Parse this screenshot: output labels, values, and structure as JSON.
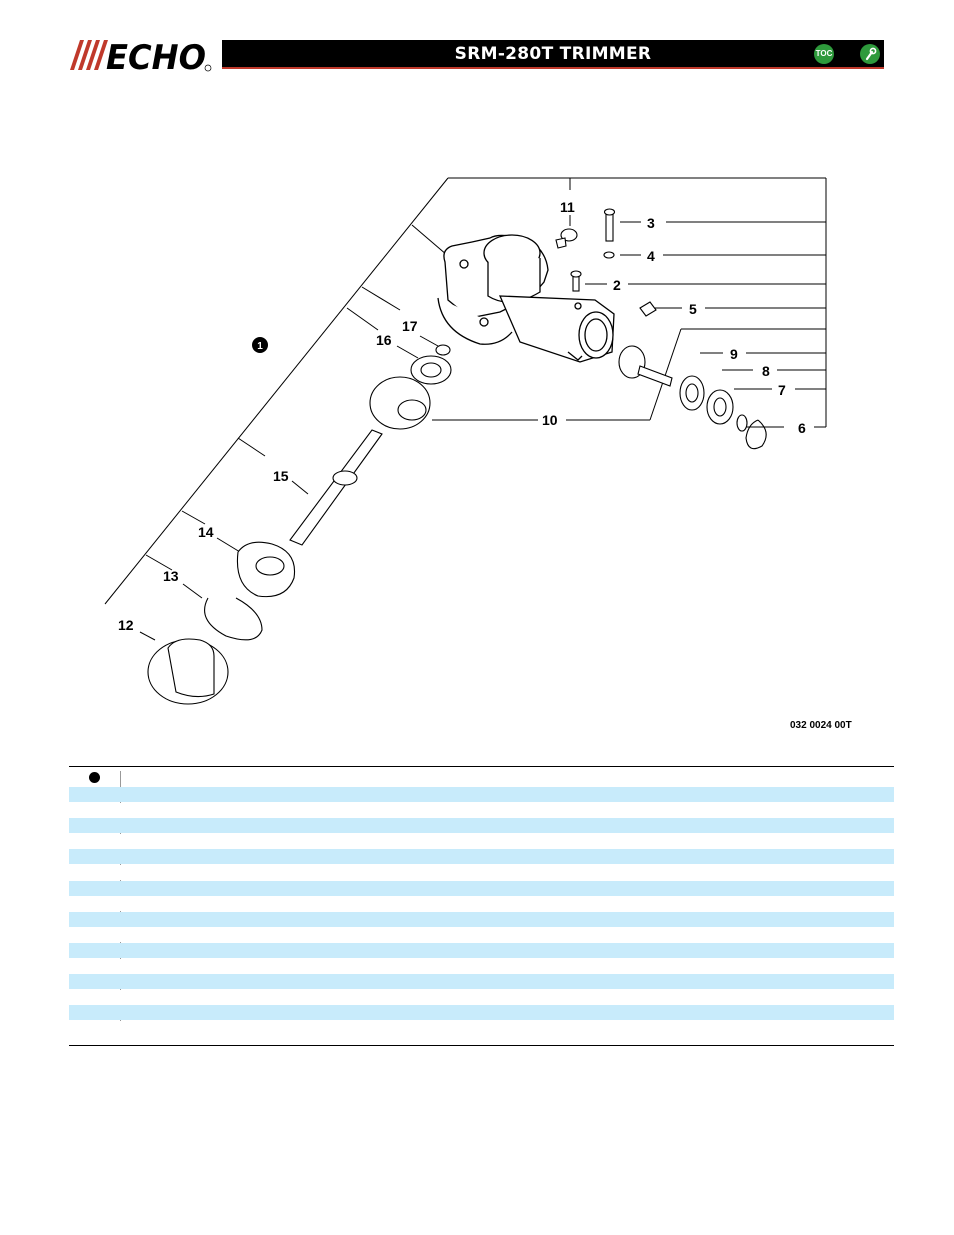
{
  "header": {
    "brand": "ECHO",
    "title": "SRM-280T TRIMMER",
    "toc_label": "TOC",
    "tool_icon": "wrench-icon"
  },
  "diagram": {
    "code": "032 0024 00T",
    "callouts": {
      "assembly": "1",
      "c2": "2",
      "c3": "3",
      "c4": "4",
      "c5": "5",
      "c6": "6",
      "c7": "7",
      "c8": "8",
      "c9": "9",
      "c10": "10",
      "c11": "11",
      "c12": "12",
      "c13": "13",
      "c14": "14",
      "c15": "15",
      "c16": "16",
      "c17": "17"
    }
  },
  "table": {
    "header_marker": "filled-circle-icon",
    "row_count": 16,
    "colors": {
      "shaded": "#c8ebfb",
      "plain": "#ffffff"
    }
  }
}
